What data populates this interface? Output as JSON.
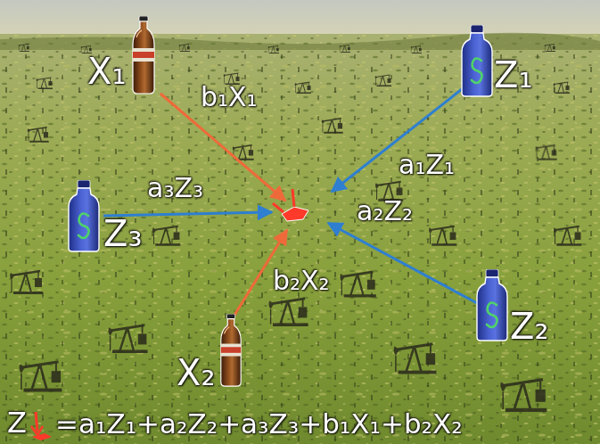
{
  "diagram": {
    "nodes": [
      {
        "text": [
          "X₁"
        ]
      },
      {
        "text": [
          "Z₁"
        ]
      },
      {
        "text": [
          "Z₃"
        ]
      },
      {
        "text": [
          "Z₂"
        ]
      },
      {
        "text": [
          "X₂"
        ]
      }
    ],
    "labels": [
      "b₁X₁",
      "a₁Z₁",
      "a₃Z₃",
      "a₂Z₂",
      "b₂X₂",
      "Z",
      "=a₁Z₁+a₂Z₂+a₃Z₃+b₁X₁+b₂X₂"
    ]
  }
}
